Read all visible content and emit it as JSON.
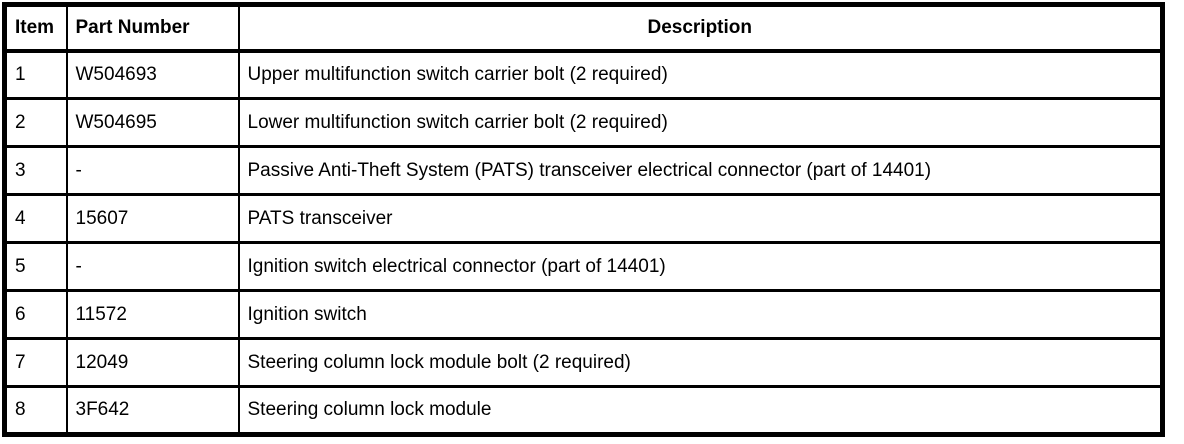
{
  "table": {
    "name": "parts-list",
    "columns": [
      {
        "key": "item",
        "label": "Item"
      },
      {
        "key": "part_number",
        "label": "Part Number"
      },
      {
        "key": "description",
        "label": "Description"
      }
    ],
    "rows": [
      {
        "item": "1",
        "part_number": "W504693",
        "description": "Upper multifunction switch carrier bolt (2 required)"
      },
      {
        "item": "2",
        "part_number": "W504695",
        "description": "Lower multifunction switch carrier bolt (2 required)"
      },
      {
        "item": "3",
        "part_number": "-",
        "description": "Passive Anti-Theft System (PATS) transceiver electrical connector (part of 14401)"
      },
      {
        "item": "4",
        "part_number": "15607",
        "description": "PATS transceiver"
      },
      {
        "item": "5",
        "part_number": "-",
        "description": "Ignition switch electrical connector (part of 14401)"
      },
      {
        "item": "6",
        "part_number": "11572",
        "description": "Ignition switch"
      },
      {
        "item": "7",
        "part_number": "12049",
        "description": "Steering column lock module bolt (2 required)"
      },
      {
        "item": "8",
        "part_number": "3F642",
        "description": "Steering column lock module"
      }
    ]
  },
  "colors": {
    "border": "#000000",
    "background": "#ffffff",
    "text": "#000000"
  }
}
